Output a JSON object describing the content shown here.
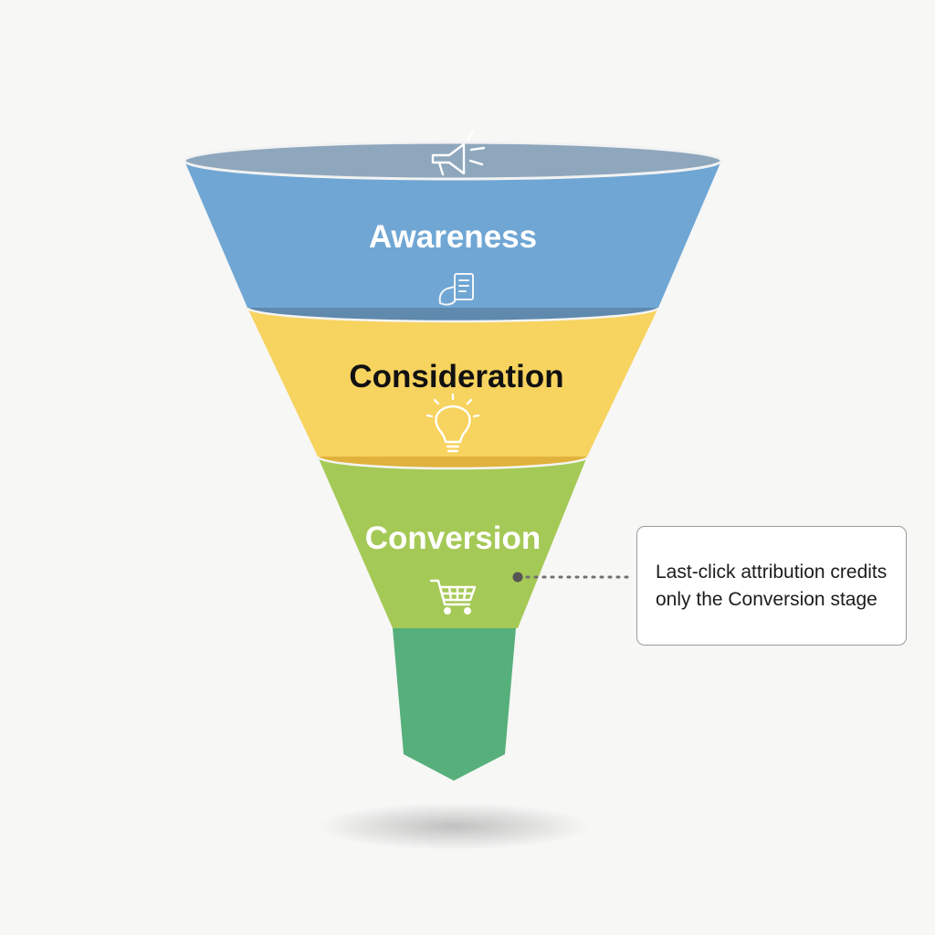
{
  "funnel": {
    "stages": [
      {
        "label": "Awareness",
        "icon": "megaphone-icon",
        "color": "#6fa6d4",
        "label_color": "#ffffff"
      },
      {
        "label": "Consideration",
        "icon": "lightbulb-icon",
        "color": "#f7d35f",
        "label_color": "#111111"
      },
      {
        "label": "Conversion",
        "icon": "shopping-cart-icon",
        "color": "#a5c956",
        "label_color": "#ffffff"
      }
    ],
    "spout_color": "#57b07b",
    "extra_icons": [
      "document-icon"
    ]
  },
  "callout": {
    "text": "Last-click attribution credits\nonly the Conversion stage",
    "connector_target": "Conversion"
  }
}
